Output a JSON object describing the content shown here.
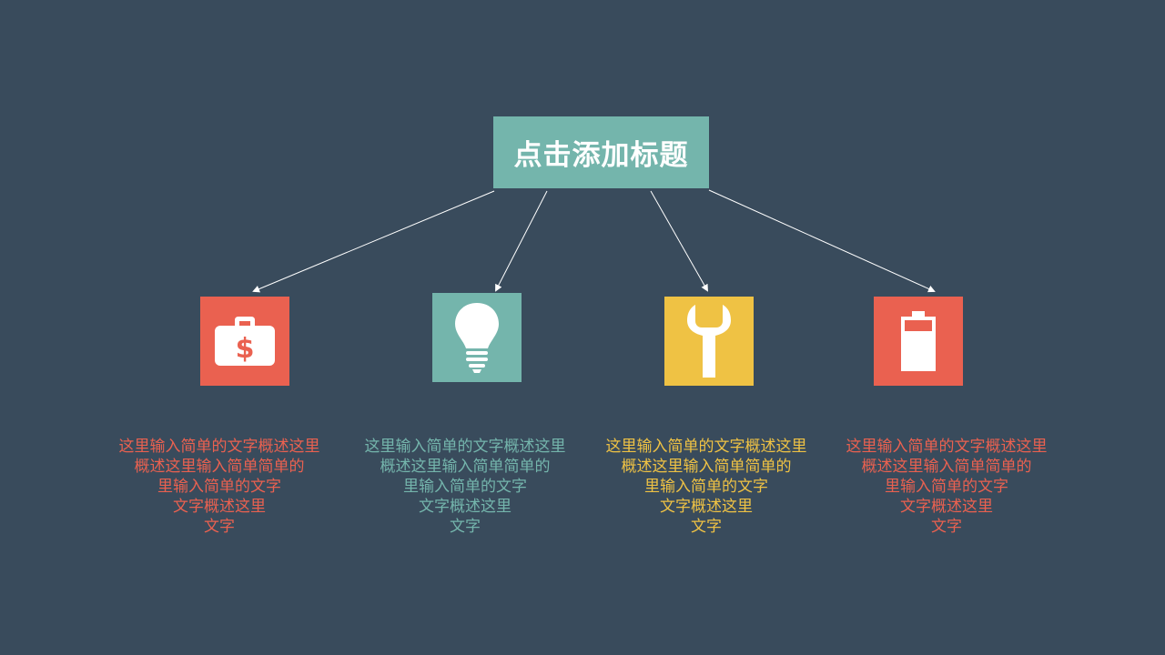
{
  "title": "点击添加标题",
  "colors": {
    "background": "#394b5c",
    "title_box": "#74b5ac",
    "red": "#ea6150",
    "teal": "#74b5ac",
    "yellow": "#efc244",
    "arrow": "#ffffff"
  },
  "items": [
    {
      "icon": "briefcase-dollar-icon",
      "color": "#ea6150",
      "lines": [
        "这里输入简单的文字概述这里",
        "概述这里输入简单简单的",
        "里输入简单的文字",
        "文字概述这里",
        "文字"
      ]
    },
    {
      "icon": "lightbulb-icon",
      "color": "#74b5ac",
      "lines": [
        "这里输入简单的文字概述这里",
        "概述这里输入简单简单的",
        "里输入简单的文字",
        "文字概述这里",
        "文字"
      ]
    },
    {
      "icon": "wrench-icon",
      "color": "#efc244",
      "lines": [
        "这里输入简单的文字概述这里",
        "概述这里输入简单简单的",
        "里输入简单的文字",
        "文字概述这里",
        "文字"
      ]
    },
    {
      "icon": "battery-icon",
      "color": "#ea6150",
      "lines": [
        "这里输入简单的文字概述这里",
        "概述这里输入简单简单的",
        "里输入简单的文字",
        "文字概述这里",
        "文字"
      ]
    }
  ]
}
